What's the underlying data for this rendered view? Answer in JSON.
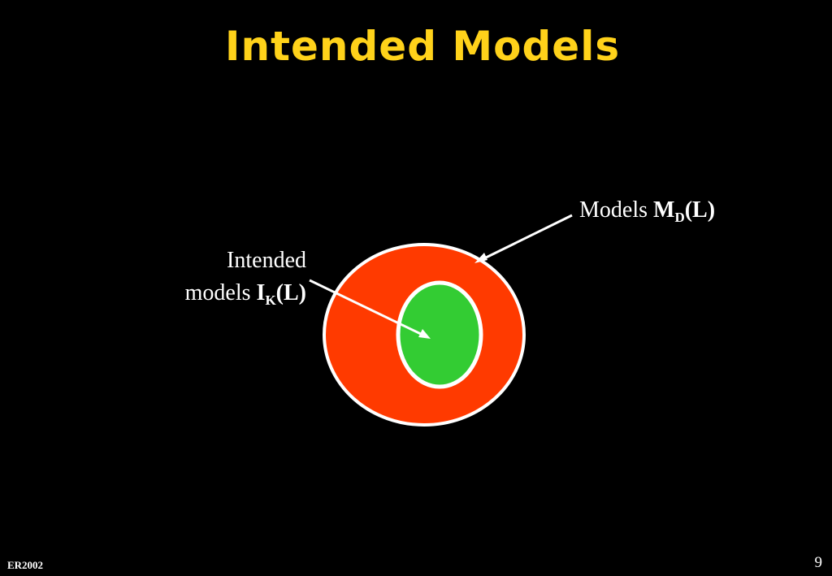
{
  "slide": {
    "title": "Intended Models",
    "footer_left": "ER2002",
    "page_number": "9"
  },
  "labels": {
    "models": {
      "prefix": "Models ",
      "symbol": "M",
      "subscript": "D",
      "suffix": "(L)"
    },
    "intended": {
      "line1": "Intended",
      "line2_prefix": "models ",
      "symbol": "I",
      "subscript": "K",
      "suffix": "(L)"
    }
  },
  "colors": {
    "background": "#000000",
    "title": "#ffd21a",
    "outer_set": "#ff3a00",
    "inner_set": "#33cc33",
    "outline": "#ffffff"
  }
}
